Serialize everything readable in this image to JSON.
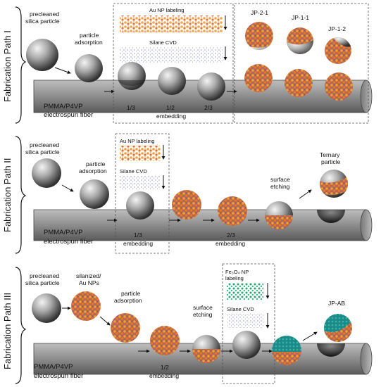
{
  "panel1": {
    "path_label": "Fabrication Path I",
    "precleaned": [
      "precleaned",
      "silica particle"
    ],
    "adsorption": [
      "particle",
      "adsorption"
    ],
    "au_labeling": "Au NP labeling",
    "silane_cvd": "Silane CVD",
    "fiber": [
      "PMMA/P4VP",
      "electrospun fiber"
    ],
    "embed_third": "1/3",
    "embed_half": "1/2",
    "embed_twothirds": "2/3",
    "embedding": "embedding",
    "jp21": "JP-2-1",
    "jp11": "JP-1-1",
    "jp12": "JP-1-2"
  },
  "panel2": {
    "path_label": "Fabrication Path II",
    "precleaned": [
      "precleaned",
      "silica particle"
    ],
    "adsorption": [
      "particle",
      "adsorption"
    ],
    "au_labeling": "Au NP labeling",
    "silane_cvd": "Silane CVD",
    "fiber": [
      "PMMA/P4VP",
      "electrospun fiber"
    ],
    "embed_third": "1/3",
    "embed_third_word": "embedding",
    "embed_twothirds": "2/3",
    "embed_twothirds_word": "embedding",
    "etching": [
      "surface",
      "etching"
    ],
    "ternary": [
      "Ternary",
      "particle"
    ]
  },
  "panel3": {
    "path_label": "Fabrication Path III",
    "precleaned": [
      "precleaned",
      "silica particle"
    ],
    "silanized": [
      "silanized/",
      "Au NPs"
    ],
    "adsorption": [
      "particle",
      "adsorption"
    ],
    "etching": [
      "surface",
      "etching"
    ],
    "fe_labeling": [
      "Fe₃O₄ NP",
      "labeling"
    ],
    "silane_cvd": "Silane CVD",
    "fiber": [
      "PMMA/P4VP",
      "electrospun fiber"
    ],
    "embed_half": "1/2",
    "embedding": "embedding",
    "jpab": "JP-AB"
  }
}
